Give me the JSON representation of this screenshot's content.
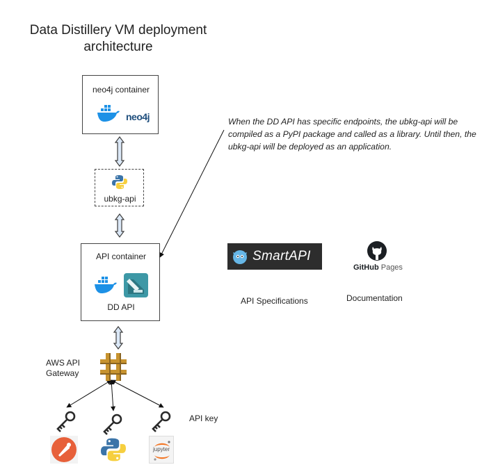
{
  "title_line1": "Data Distillery VM deployment",
  "title_line2": "architecture",
  "neo4j_container": {
    "label": "neo4j container",
    "neo4j_logo_text": "neo4j"
  },
  "ubkg": {
    "label": "ubkg-api"
  },
  "api_container": {
    "label": "API container",
    "sublabel": "DD API"
  },
  "gateway": {
    "label_line1": "AWS API",
    "label_line2": "Gateway"
  },
  "api_key_label": "API key",
  "note": "When the DD API has specific endpoints, the ubkg-api will be compiled as a PyPI package and called as a library. Until then, the ubkg-api will be deployed as an application.",
  "smartapi": {
    "logo_text": "SmartAPI",
    "caption": "API Specifications"
  },
  "github": {
    "logo_text_bold": "GitHub",
    "logo_text_light": "Pages",
    "caption": "Documentation"
  },
  "jupyter_logo_text": "jupyter",
  "colors": {
    "docker_blue": "#1d91e6",
    "arrow_fill": "#dbe8f7",
    "arrow_stroke": "#3d3d3d",
    "gateway_gold": "#c7932f",
    "postman_orange": "#e7603a",
    "smartapi_bg": "#2d2d2d"
  }
}
